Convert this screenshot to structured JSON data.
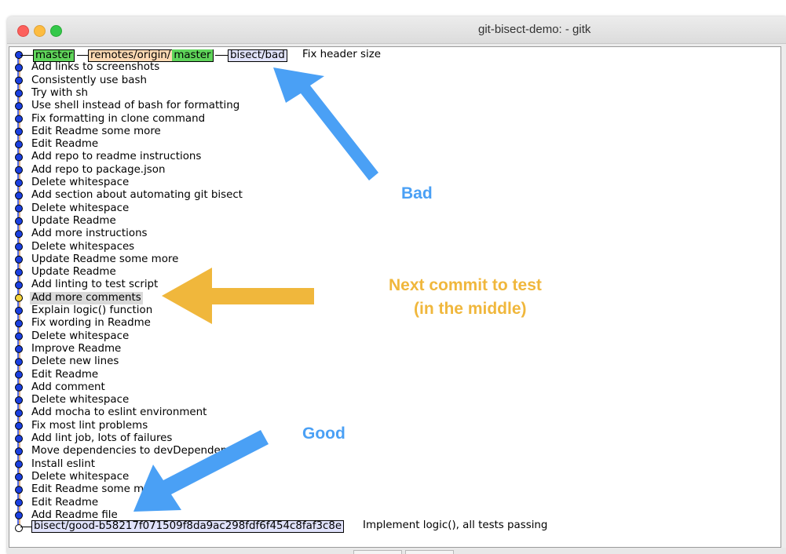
{
  "window": {
    "title": "git-bisect-demo: - gitk"
  },
  "head_refs": {
    "master": "master",
    "remote_prefix": "remotes/origin/",
    "remote_branch": "master",
    "bisect_bad": "bisect/bad",
    "head_message": "Fix header size"
  },
  "commits": [
    "Add links to screenshots",
    "Consistently use bash",
    "Try with sh",
    "Use shell instead of bash for formatting",
    "Fix formatting in clone command",
    "Edit Readme some more",
    "Edit Readme",
    "Add repo to readme instructions",
    "Add repo to package.json",
    "Delete whitespace",
    "Add section about automating git bisect",
    "Delete whitespace",
    "Update Readme",
    "Add more instructions",
    "Delete whitespaces",
    "Update Readme some more",
    "Update Readme",
    "Add linting to test script",
    "Add more comments",
    "Explain logic() function",
    "Fix wording in Readme",
    "Delete whitespace",
    "Improve Readme",
    "Delete new lines",
    "Edit Readme",
    "Add comment",
    "Delete whitespace",
    "Add mocha to eslint environment",
    "Fix most lint problems",
    "Add lint job, lots of failures",
    "Move dependencies to devDependencies",
    "Install eslint",
    "Delete whitespace",
    "Edit Readme some more",
    "Edit Readme",
    "Add Readme file"
  ],
  "selected_index": 18,
  "bottom_refs": {
    "bisect_good": "bisect/good-b58217f071509f8da9ac298fdf6f454c8faf3c8e",
    "good_message": "Implement logic(), all tests passing"
  },
  "annotations": {
    "bad": "Bad",
    "next_line1": "Next commit to test",
    "next_line2": "(in the middle)",
    "good": "Good"
  },
  "colors": {
    "dot_fill": "#1a3fe0",
    "selected_dot_fill": "#f5d33a",
    "line_blue": "#1a3fe0",
    "line_orange": "#c86400",
    "arrow_blue": "#4aa0f5",
    "arrow_orange": "#f0b73c",
    "tag_green": "#5fd45a",
    "tag_peach": "#fcd9b3",
    "tag_bisect": "#e0e2fb"
  }
}
